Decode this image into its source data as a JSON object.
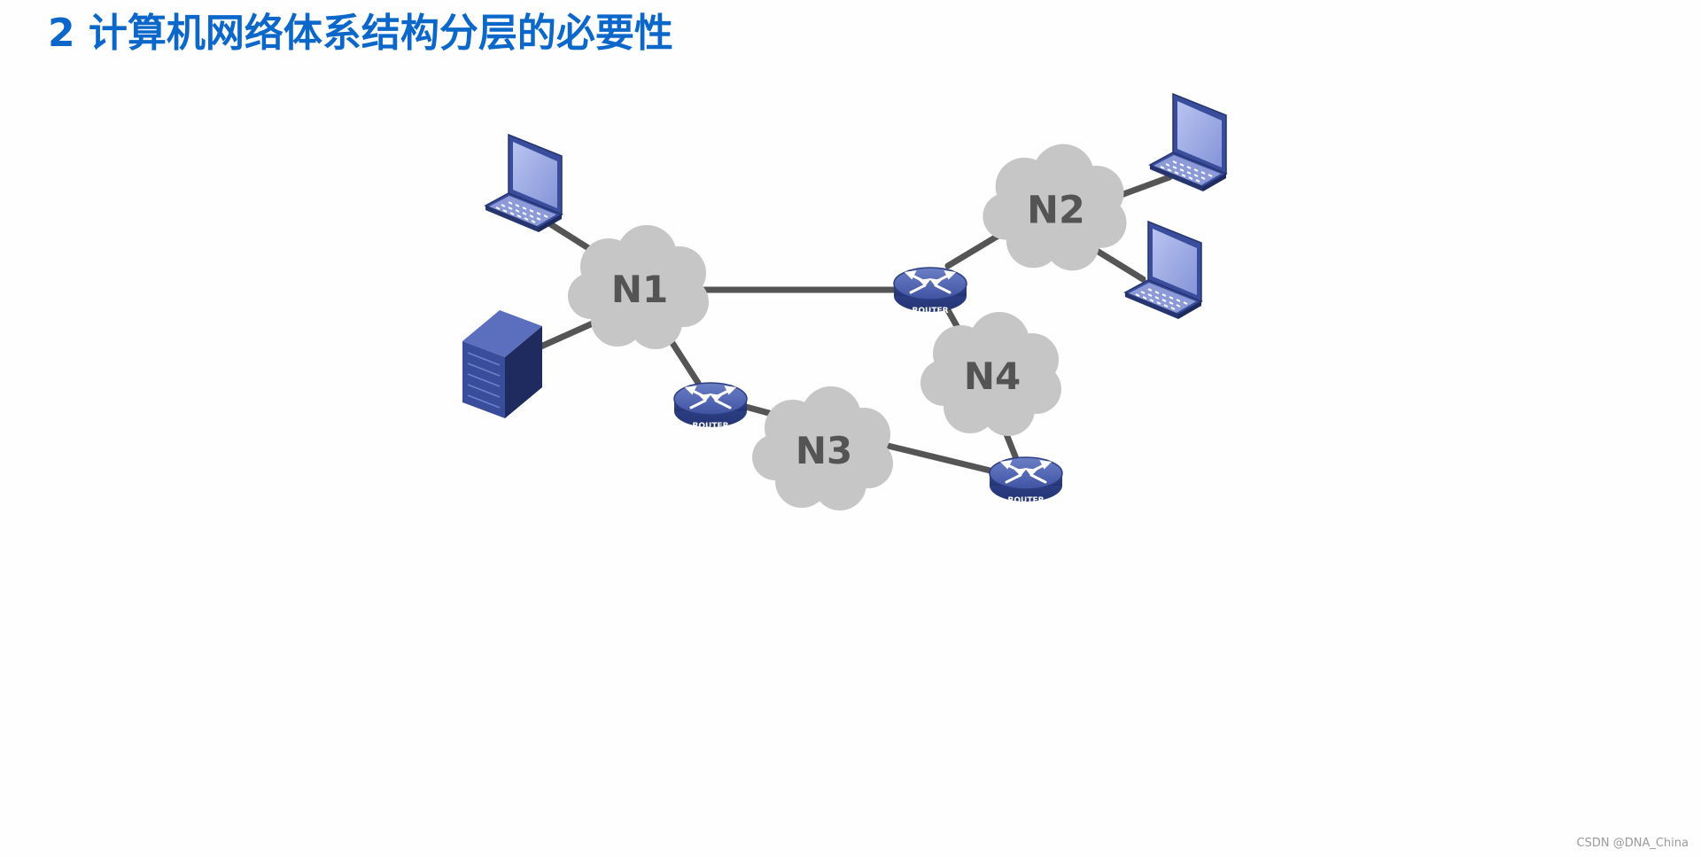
{
  "slide": {
    "title": "2 计算机网络体系结构分层的必要性"
  },
  "diagram": {
    "networks": [
      {
        "id": "N1",
        "label": "N1"
      },
      {
        "id": "N2",
        "label": "N2"
      },
      {
        "id": "N3",
        "label": "N3"
      },
      {
        "id": "N4",
        "label": "N4"
      }
    ],
    "routers": [
      {
        "id": "router-n1-n2",
        "label": "ROUTER"
      },
      {
        "id": "router-n1-n3",
        "label": "ROUTER"
      },
      {
        "id": "router-n3-n4",
        "label": "ROUTER"
      }
    ],
    "hosts": [
      {
        "id": "laptop-n1",
        "type": "laptop",
        "network": "N1"
      },
      {
        "id": "server-n1",
        "type": "server",
        "network": "N1"
      },
      {
        "id": "laptop-n2-a",
        "type": "laptop",
        "network": "N2"
      },
      {
        "id": "laptop-n2-b",
        "type": "laptop",
        "network": "N2"
      }
    ],
    "links": [
      [
        "laptop-n1",
        "N1"
      ],
      [
        "server-n1",
        "N1"
      ],
      [
        "N1",
        "router-n1-n2"
      ],
      [
        "router-n1-n2",
        "N2"
      ],
      [
        "router-n1-n2",
        "N4"
      ],
      [
        "N2",
        "laptop-n2-a"
      ],
      [
        "N2",
        "laptop-n2-b"
      ],
      [
        "N1",
        "router-n1-n3"
      ],
      [
        "router-n1-n3",
        "N3"
      ],
      [
        "N3",
        "router-n3-n4"
      ],
      [
        "router-n3-n4",
        "N4"
      ]
    ],
    "colors": {
      "cloud": "#c6c6c6",
      "link": "#555555",
      "device_blue": "#3a4d9c",
      "title_blue": "#0b67c9"
    }
  },
  "watermark": "CSDN @DNA_China"
}
